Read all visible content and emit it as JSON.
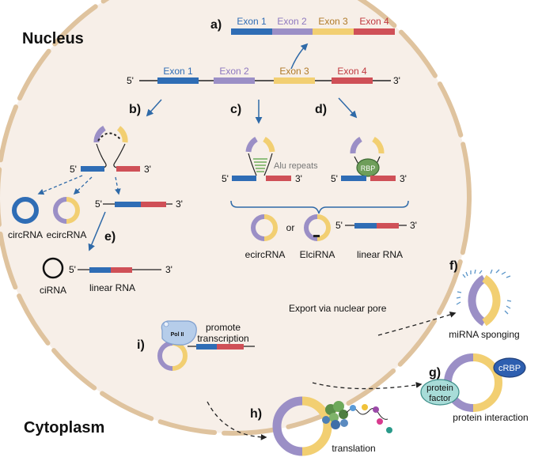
{
  "regions": {
    "nucleus": "Nucleus",
    "cytoplasm": "Cytoplasm"
  },
  "panel_labels": {
    "a": "a)",
    "b": "b)",
    "c": "c)",
    "d": "d)",
    "e": "e)",
    "f": "f)",
    "g": "g)",
    "h": "h)",
    "i": "i)"
  },
  "exons": {
    "e1": "Exon 1",
    "e2": "Exon 2",
    "e3": "Exon 3",
    "e4": "Exon 4"
  },
  "ends": {
    "five": "5'",
    "three": "3'"
  },
  "rna_labels": {
    "circrna": "circRNA",
    "ecircrna_b": "ecircRNA",
    "cirna": "ciRNA",
    "linear_e": "linear RNA",
    "ecircrna_c": "ecircRNA",
    "or": "or",
    "elcirna": "ElciRNA",
    "linear_c": "linear RNA"
  },
  "annotations": {
    "alu": "Alu repeats",
    "rbp": "RBP",
    "pol2": "Pol II",
    "promote_1": "promote",
    "promote_2": "transcription",
    "export": "Export via nuclear pore",
    "mirna": "miRNA sponging",
    "crbp": "cRBP",
    "pf_1": "protein",
    "pf_2": "factor",
    "protein_interaction": "protein interaction",
    "translation": "translation"
  },
  "colors": {
    "exon1": "#2f6db5",
    "exon2": "#9b8fc6",
    "exon3": "#f2cf72",
    "exon4": "#cf5057",
    "nucleus_fill": "#f7efe8",
    "nucleus_border": "#dfc39e",
    "arrow": "#2f6aa8",
    "text_exon1": "#2f6db5",
    "text_exon2": "#8e78bf",
    "text_exon3": "#b07a28",
    "text_exon4": "#c0393f"
  }
}
